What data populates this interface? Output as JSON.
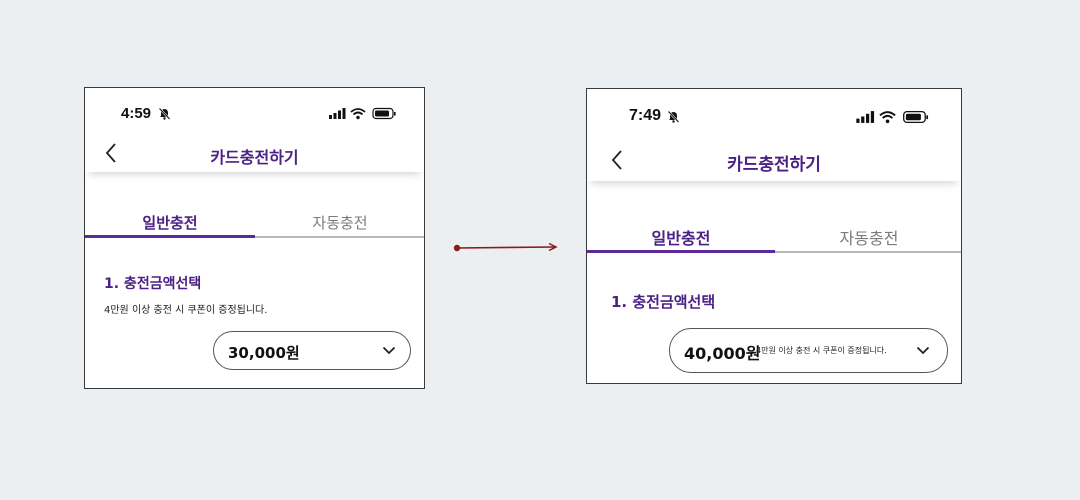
{
  "before": {
    "status": {
      "time": "4:59"
    },
    "header": {
      "title": "카드충전하기"
    },
    "tabs": [
      {
        "label": "일반충전",
        "active": true
      },
      {
        "label": "자동충전",
        "active": false
      }
    ],
    "section": {
      "title": "1. 충전금액선택",
      "notice": "4만원 이상 충전 시 쿠폰이 증정됩니다."
    },
    "amount_select": {
      "value": "30,000원"
    }
  },
  "after": {
    "status": {
      "time": "7:49"
    },
    "header": {
      "title": "카드충전하기"
    },
    "tabs": [
      {
        "label": "일반충전",
        "active": true
      },
      {
        "label": "자동충전",
        "active": false
      }
    ],
    "section": {
      "title": "1. 충전금액선택"
    },
    "amount_select": {
      "value": "40,000원",
      "notice": "4만원 이상 충전 시 쿠폰이 증정됩니다."
    }
  },
  "colors": {
    "accent": "#4b2185",
    "tab_indicator": "#5b2a97",
    "arrow": "#8b1a1a",
    "background": "#eceff2"
  },
  "icons": [
    "back-chevron-icon",
    "bell-slash-icon",
    "signal-icon",
    "wifi-icon",
    "battery-icon",
    "chevron-down-icon",
    "arrow-right-icon"
  ]
}
